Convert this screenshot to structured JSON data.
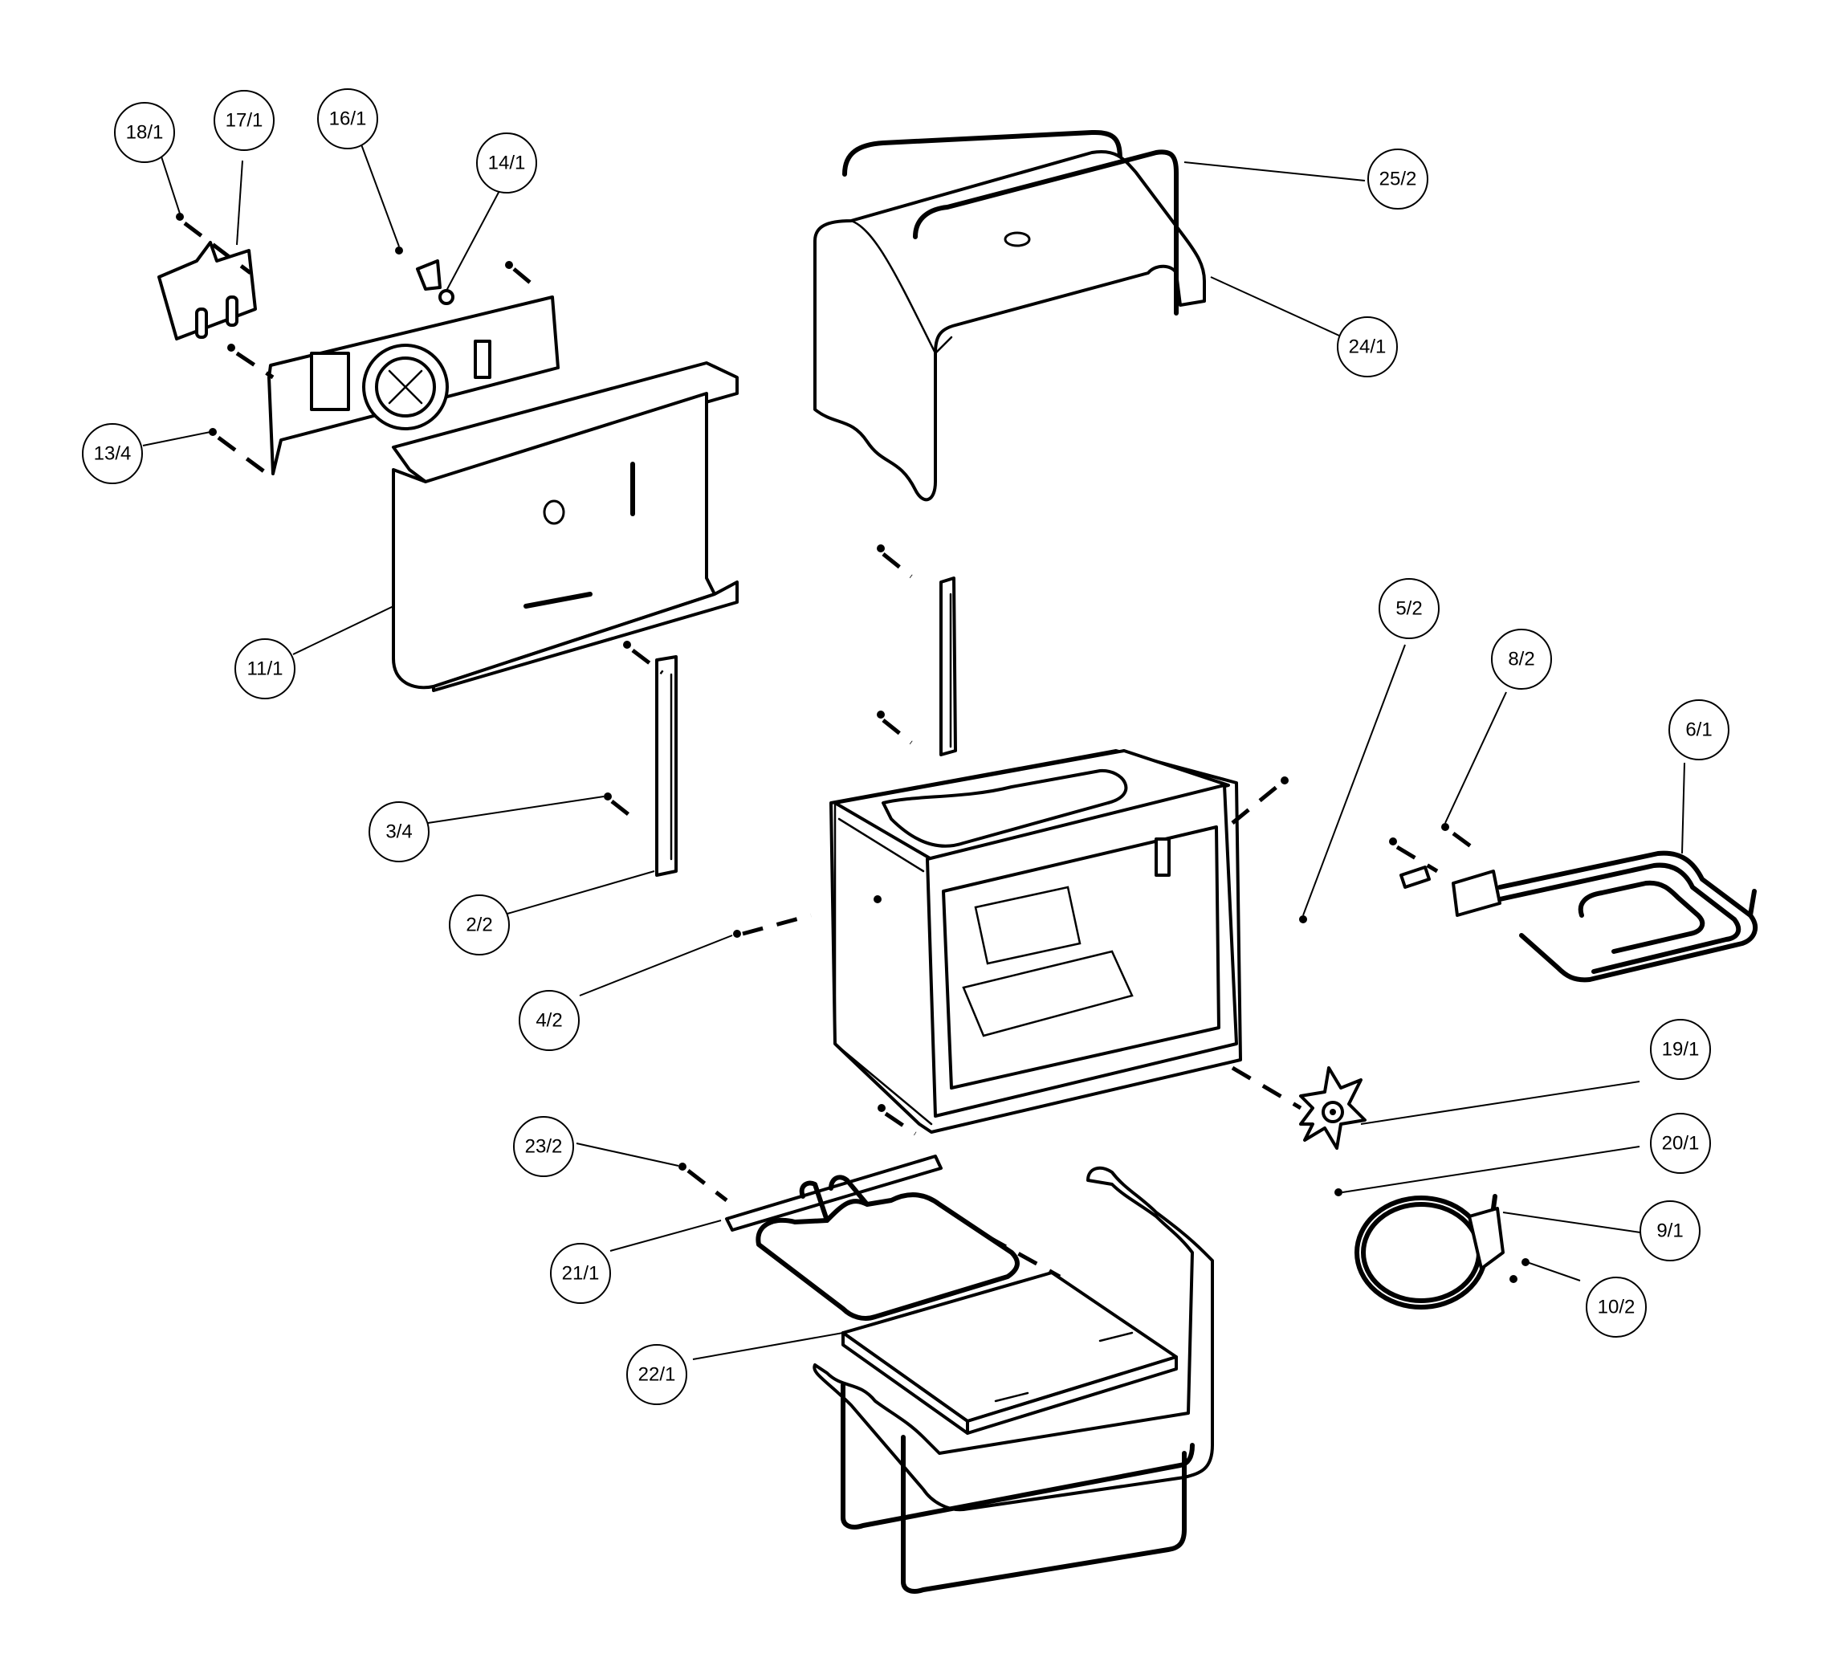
{
  "callouts": [
    {
      "id": "c-18-1",
      "label": "18/1"
    },
    {
      "id": "c-17-1",
      "label": "17/1"
    },
    {
      "id": "c-16-1",
      "label": "16/1"
    },
    {
      "id": "c-14-1",
      "label": "14/1"
    },
    {
      "id": "c-13-4",
      "label": "13/4"
    },
    {
      "id": "c-11-1",
      "label": "11/1"
    },
    {
      "id": "c-3-4",
      "label": "3/4"
    },
    {
      "id": "c-2-2",
      "label": "2/2"
    },
    {
      "id": "c-4-2",
      "label": "4/2"
    },
    {
      "id": "c-23-2",
      "label": "23/2"
    },
    {
      "id": "c-21-1",
      "label": "21/1"
    },
    {
      "id": "c-22-1",
      "label": "22/1"
    },
    {
      "id": "c-25-2",
      "label": "25/2"
    },
    {
      "id": "c-24-1",
      "label": "24/1"
    },
    {
      "id": "c-5-2",
      "label": "5/2"
    },
    {
      "id": "c-8-2",
      "label": "8/2"
    },
    {
      "id": "c-6-1",
      "label": "6/1"
    },
    {
      "id": "c-19-1",
      "label": "19/1"
    },
    {
      "id": "c-20-1",
      "label": "20/1"
    },
    {
      "id": "c-9-1",
      "label": "9/1"
    },
    {
      "id": "c-10-2",
      "label": "10/2"
    }
  ]
}
